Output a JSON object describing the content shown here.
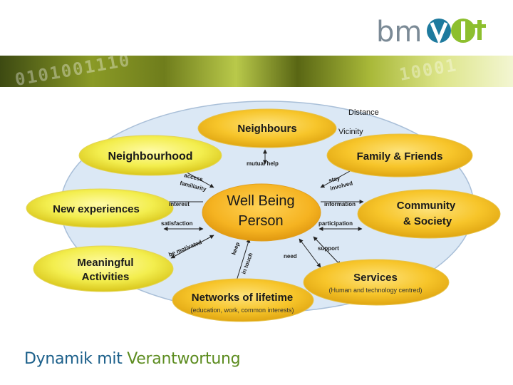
{
  "header": {
    "logo_text": "bmvit"
  },
  "diagram": {
    "center": [
      "Well Being",
      "Person"
    ],
    "outer_labels": {
      "distance": "Distance",
      "vicinity": "Vicinity"
    },
    "nodes": {
      "neighbours": [
        "Neighbours"
      ],
      "neighbourhood": [
        "Neighbourhood"
      ],
      "family_friends": [
        "Family & Friends"
      ],
      "new_experiences": [
        "New experiences"
      ],
      "community_society": [
        "Community",
        "& Society"
      ],
      "meaningful_activities": [
        "Meaningful",
        "Activities"
      ],
      "services": [
        "Services"
      ],
      "services_sub": "(Human and technology centred)",
      "networks": [
        "Networks of lifetime"
      ],
      "networks_sub": "(education, work, common interests)"
    },
    "relations": {
      "mutual_help": "mutual help",
      "access": "access",
      "familiarity": "familiarity",
      "stay": "stay",
      "involved": "involved",
      "interest": "interest",
      "information": "information",
      "satisfaction": "satisfaction",
      "participation": "participation",
      "be_motivated": "be motivated",
      "keep": "keep",
      "in_touch": "in touch",
      "need": "need",
      "support": "support"
    },
    "colors": {
      "big_ellipse_fill": "#dbe8f5",
      "big_ellipse_stroke": "#9fb7d2",
      "node_fill_light": "#f3f070",
      "node_fill_dark": "#f7c92c",
      "center_fill": "#f5b321"
    }
  },
  "footer": {
    "word1": "Dynamik",
    "word2": "mit",
    "word3": "Verantwortung"
  }
}
